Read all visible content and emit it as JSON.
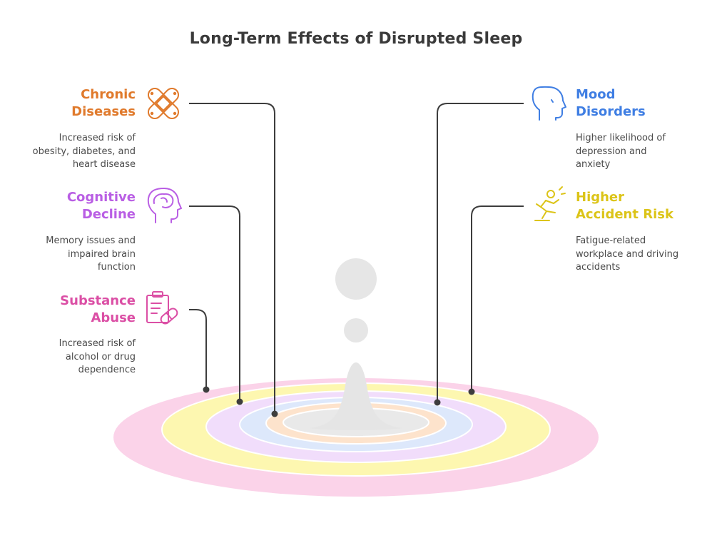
{
  "title": "Long-Term Effects of Disrupted Sleep",
  "items": [
    {
      "key": "chronic",
      "heading_lines": [
        "Chronic",
        "Diseases"
      ],
      "description_lines": [
        "Increased risk of",
        "obesity, diabetes, and",
        "heart disease"
      ],
      "icon": "bandage-icon",
      "color": "#e07a2c",
      "side": "left"
    },
    {
      "key": "cognitive",
      "heading_lines": [
        "Cognitive",
        "Decline"
      ],
      "description_lines": [
        "Memory issues and",
        "impaired brain",
        "function"
      ],
      "icon": "brain-head-icon",
      "color": "#b95ee4",
      "side": "left"
    },
    {
      "key": "substance",
      "heading_lines": [
        "Substance",
        "Abuse"
      ],
      "description_lines": [
        "Increased risk of",
        "alcohol or drug",
        "dependence"
      ],
      "icon": "prescription-pill-icon",
      "color": "#db4fa5",
      "side": "left"
    },
    {
      "key": "mood",
      "heading_lines": [
        "Mood",
        "Disorders"
      ],
      "description_lines": [
        "Higher likelihood of",
        "depression and",
        "anxiety"
      ],
      "icon": "head-profile-icon",
      "color": "#3f7ee3",
      "side": "right"
    },
    {
      "key": "accident",
      "heading_lines": [
        "Higher",
        "Accident Risk"
      ],
      "description_lines": [
        "Fatigue-related",
        "workplace and driving",
        "accidents"
      ],
      "icon": "falling-person-icon",
      "color": "#dcc418",
      "side": "right"
    }
  ],
  "rings": {
    "outer_to_inner_colors": [
      "#fbd3e9",
      "#fdf7b0",
      "#f1ddfb",
      "#dde8fb",
      "#fde3cc",
      "#e9e9e9"
    ]
  }
}
